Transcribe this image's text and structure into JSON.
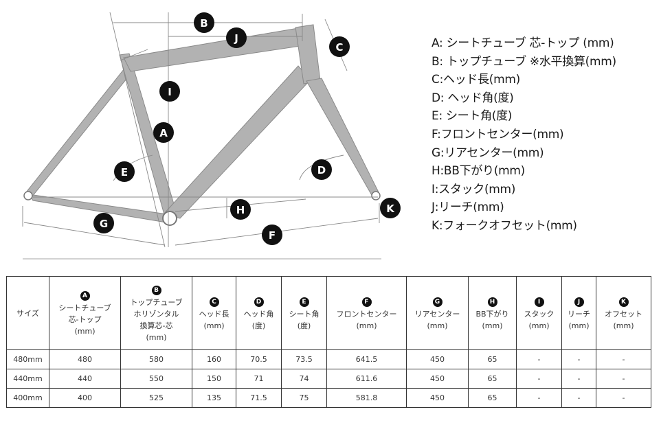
{
  "diagram": {
    "markers": [
      "A",
      "B",
      "C",
      "D",
      "E",
      "F",
      "G",
      "H",
      "I",
      "J",
      "K"
    ]
  },
  "legend": [
    "A: シートチューブ 芯-トップ (mm)",
    "B: トップチューブ ※水平換算(mm)",
    "C:ヘッド長(mm)",
    "D: ヘッド角(度)",
    "E: シート角(度)",
    "F:フロントセンター(mm)",
    "G:リアセンター(mm)",
    "H:BB下がり(mm)",
    "I:スタック(mm)",
    "J:リーチ(mm)",
    "K:フォークオフセット(mm)"
  ],
  "table": {
    "size_header": "サイズ",
    "columns": [
      {
        "badge": "A",
        "label": "シートチューブ\n芯-トップ\n(mm)"
      },
      {
        "badge": "B",
        "label": "トップチューブ\nホリゾンタル\n換算芯-芯\n(mm)"
      },
      {
        "badge": "C",
        "label": "ヘッド長\n(mm)"
      },
      {
        "badge": "D",
        "label": "ヘッド角\n(度)"
      },
      {
        "badge": "E",
        "label": "シート角\n(度)"
      },
      {
        "badge": "F",
        "label": "フロントセンター\n(mm)"
      },
      {
        "badge": "G",
        "label": "リアセンター\n(mm)"
      },
      {
        "badge": "H",
        "label": "BB下がり\n(mm)"
      },
      {
        "badge": "I",
        "label": "スタック\n(mm)"
      },
      {
        "badge": "J",
        "label": "リーチ\n(mm)"
      },
      {
        "badge": "K",
        "label": "オフセット\n(mm)"
      }
    ],
    "rows": [
      {
        "size": "480mm",
        "values": [
          "480",
          "580",
          "160",
          "70.5",
          "73.5",
          "641.5",
          "450",
          "65",
          "-",
          "-",
          "-"
        ]
      },
      {
        "size": "440mm",
        "values": [
          "440",
          "550",
          "150",
          "71",
          "74",
          "611.6",
          "450",
          "65",
          "-",
          "-",
          "-"
        ]
      },
      {
        "size": "400mm",
        "values": [
          "400",
          "525",
          "135",
          "71.5",
          "75",
          "581.8",
          "450",
          "65",
          "-",
          "-",
          "-"
        ]
      }
    ]
  }
}
